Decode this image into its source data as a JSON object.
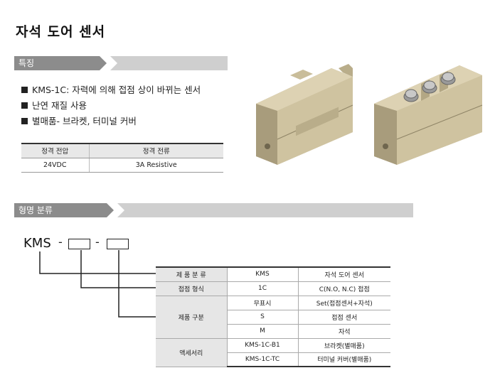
{
  "title": "자석 도어 센서",
  "features": {
    "header": "특징",
    "items": [
      "KMS-1C: 자력에 의해 접점 상이 바뀌는 센서",
      "난연 재질 사용",
      "별매품- 브라켓, 터미널 커버"
    ]
  },
  "rating": {
    "headers": [
      "정격 전압",
      "정격 전류"
    ],
    "values": [
      "24VDC",
      "3A Resistive"
    ]
  },
  "classification": {
    "header": "형명 분류",
    "model_prefix": "KMS",
    "dash": "-",
    "rows": [
      {
        "group": "제 품 분 류",
        "code": "KMS",
        "desc": "자석 도어 센서"
      },
      {
        "group": "접점 형식",
        "code": "1C",
        "desc": "C(N.O, N.C) 접점"
      },
      {
        "group": "제품 구분",
        "code": "무표시",
        "desc": "Set(접점센서+자석)"
      },
      {
        "group": "",
        "code": "S",
        "desc": "접점 센서"
      },
      {
        "group": "",
        "code": "M",
        "desc": "자석"
      },
      {
        "group": "액세서리",
        "code": "KMS-1C-B1",
        "desc": "브라켓(별매품)"
      },
      {
        "group": "",
        "code": "KMS-1C-TC",
        "desc": "터미널 커버(별매품)"
      }
    ]
  },
  "colors": {
    "housing": "#cfc3a0",
    "housing_dark": "#a89c7c",
    "header_dark": "#8c8c8c",
    "header_light": "#cfcfcf"
  }
}
